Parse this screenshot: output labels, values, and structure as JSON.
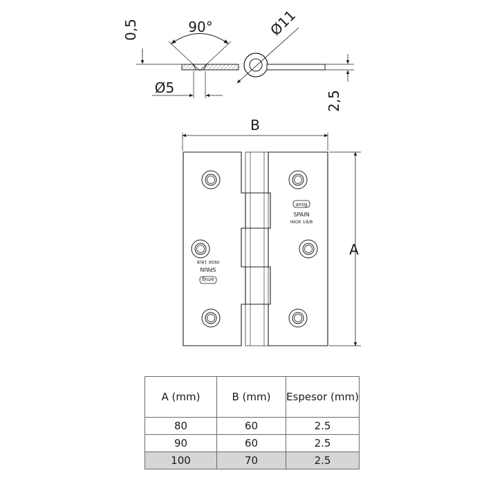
{
  "top_view": {
    "thickness_label": "0,5",
    "angle_label": "90°",
    "pin_diameter_label": "Ø11",
    "hole_diameter_label": "Ø5",
    "plate_thickness_label": "2,5"
  },
  "front_view": {
    "width_label": "B",
    "height_label": "A",
    "stamp_right": {
      "logo": "amig",
      "line1": "SPAIN",
      "line2": "INOX 18/8"
    },
    "stamp_left": {
      "logo": "amig",
      "line1": "SPAIN",
      "line2": "INOX 18/8"
    }
  },
  "spec_table": {
    "headers": [
      "A (mm)",
      "B (mm)",
      "Espesor (mm)"
    ],
    "rows": [
      {
        "a": "80",
        "b": "60",
        "espesor": "2.5"
      },
      {
        "a": "90",
        "b": "60",
        "espesor": "2.5"
      },
      {
        "a": "100",
        "b": "70",
        "espesor": "2.5"
      }
    ],
    "highlighted_row": 2
  }
}
